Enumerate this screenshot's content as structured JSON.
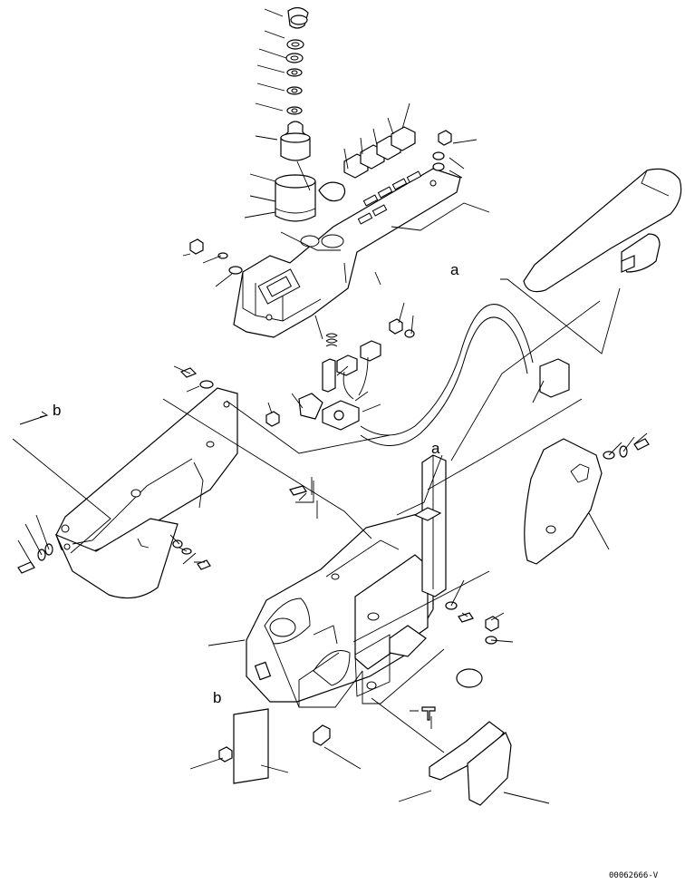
{
  "diagram": {
    "callouts": [
      "a",
      "a",
      "b",
      "b"
    ],
    "drawing_code": "00062666-V"
  }
}
